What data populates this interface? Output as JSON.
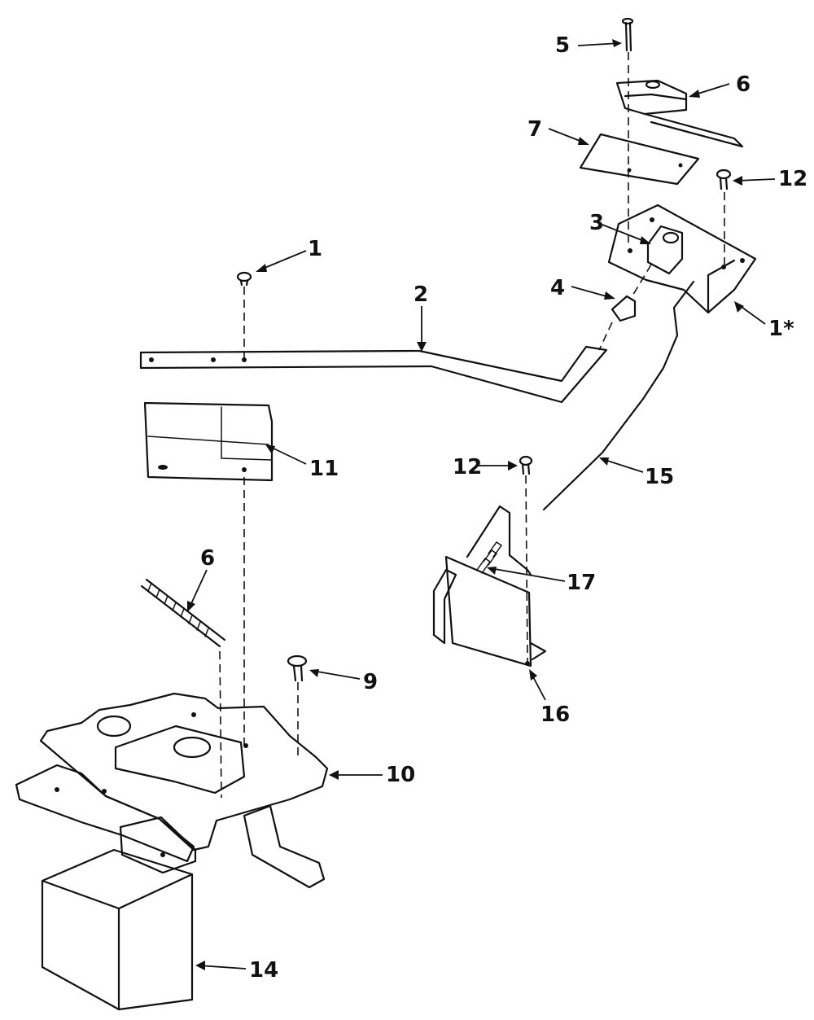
{
  "callouts": {
    "c1": "1",
    "c2": "2",
    "c3": "3",
    "c4": "4",
    "c5": "5",
    "c6": "6",
    "c7": "7",
    "c8": "6",
    "c9": "9",
    "c10": "10",
    "c11": "11",
    "c12a": "12",
    "c12b": "12",
    "c13": "1*",
    "c14": "14",
    "c15": "15",
    "c16": "16",
    "c17": "17"
  },
  "colors": {
    "ink": "#111111",
    "paper": "#ffffff"
  }
}
